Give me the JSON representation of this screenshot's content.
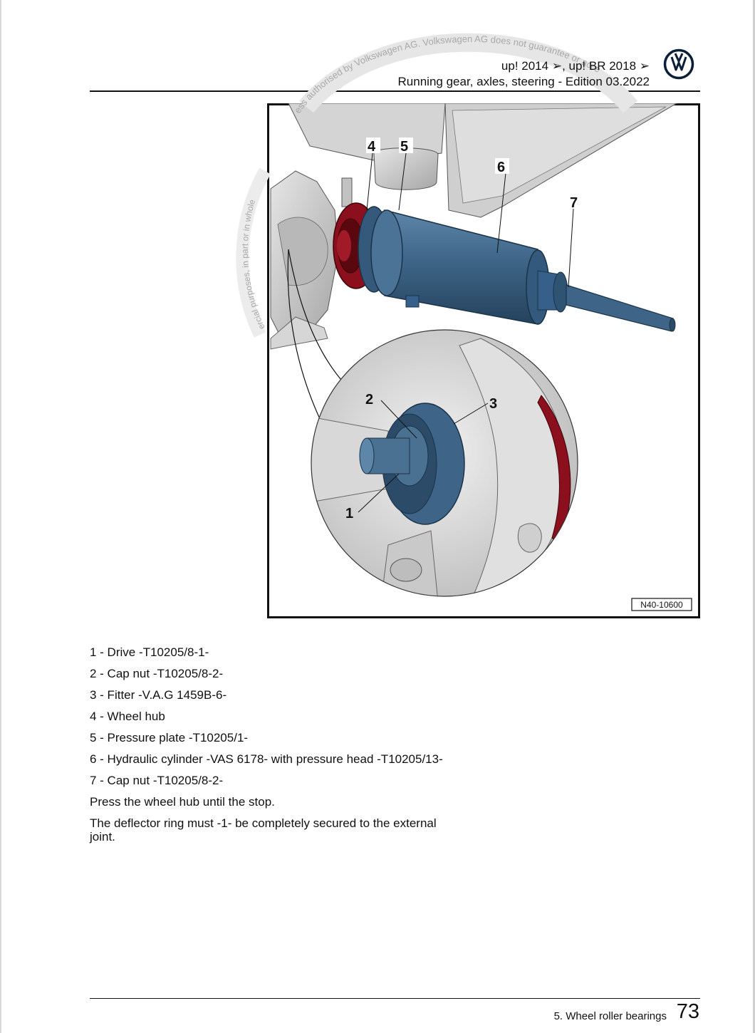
{
  "header": {
    "line1": "up! 2014 ➢, up! BR 2018 ➢",
    "line2": "Running gear, axles, steering - Edition 03.2022",
    "logo": "vw-logo-icon"
  },
  "watermark": {
    "top_arc": "ess authorised by Volkswagen AG. Volkswagen AG does not guarantee or acce",
    "left_arc": "ercial purposes, in part or in whole"
  },
  "figure": {
    "reference": "N40-10600",
    "callouts": [
      "1",
      "2",
      "3",
      "4",
      "5",
      "6",
      "7"
    ]
  },
  "captions": [
    "1 - Drive -T10205/8-1-",
    "2 - Cap nut -T10205/8-2-",
    "3 - Fitter -V.A.G 1459B-6-",
    "4 - Wheel hub",
    "5 - Pressure plate -T10205/1-",
    "6 - Hydraulic cylinder -VAS 6178- with pressure head -T10205/13-",
    "7 - Cap nut -T10205/8-2-",
    "Press the wheel hub until the stop.",
    "The deflector ring must -1- be completely secured to the external joint."
  ],
  "footer": {
    "section": "5. Wheel roller bearings",
    "page": "73"
  },
  "colors": {
    "tool_blue": "#3e6587",
    "hub_red": "#8b0f1c",
    "metal_grey": "#c8c8c8"
  }
}
